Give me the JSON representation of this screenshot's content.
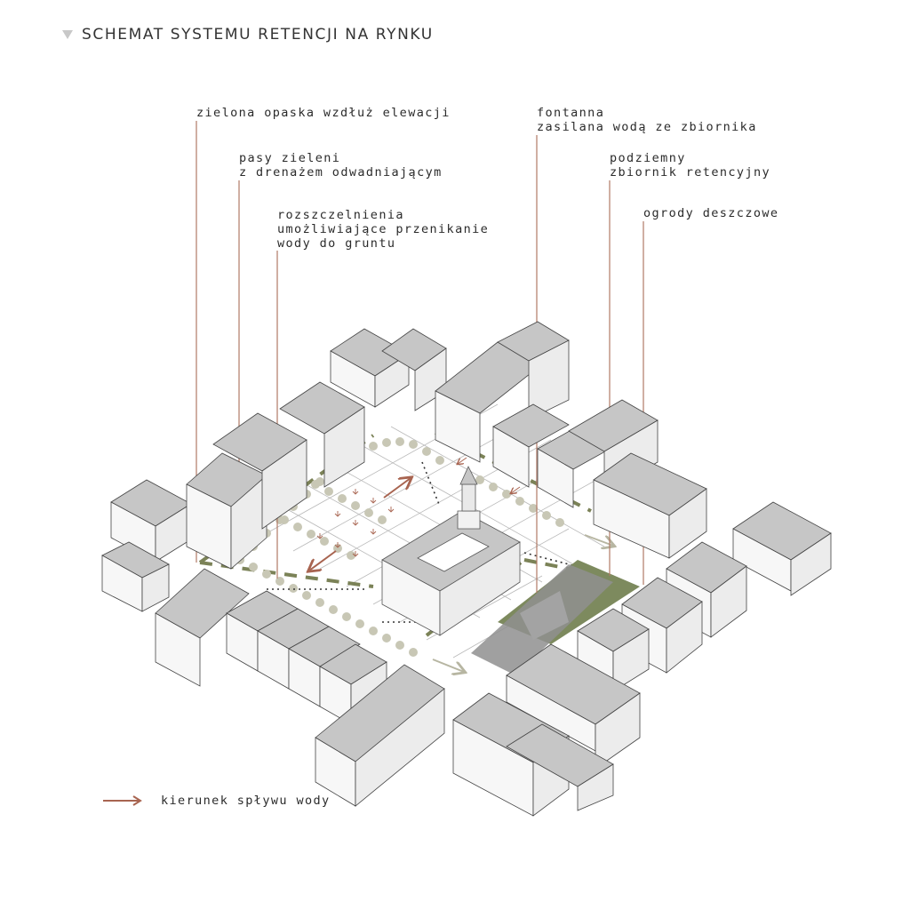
{
  "title": "SCHEMAT SYSTEMU RETENCJI NA RYNKU",
  "annotations": [
    {
      "id": "green-band",
      "lines": [
        "zielona opaska wzdłuż elewacji"
      ]
    },
    {
      "id": "green-strips",
      "lines": [
        "pasy zieleni",
        "z drenażem odwadniającym"
      ]
    },
    {
      "id": "unsealing",
      "lines": [
        "rozszczelnienia",
        "umożliwiające przenikanie",
        "wody do gruntu"
      ]
    },
    {
      "id": "fountain",
      "lines": [
        "fontanna",
        "zasilana wodą ze zbiornika"
      ]
    },
    {
      "id": "tank",
      "lines": [
        "podziemny",
        "zbiornik retencyjny"
      ]
    },
    {
      "id": "rain-gardens",
      "lines": [
        "ogrody deszczowe"
      ]
    }
  ],
  "legend": {
    "label": "kierunek spływu wody"
  },
  "colors": {
    "leader": "#b07a66",
    "arrow": "#a86450",
    "green_dash": "#7b8257",
    "tree_dots": "#c8c7b5",
    "rain_garden": "#7d8a5e",
    "tank": "#8f8f8f",
    "roof": "#c6c6c6",
    "wall": "#f7f7f7"
  }
}
